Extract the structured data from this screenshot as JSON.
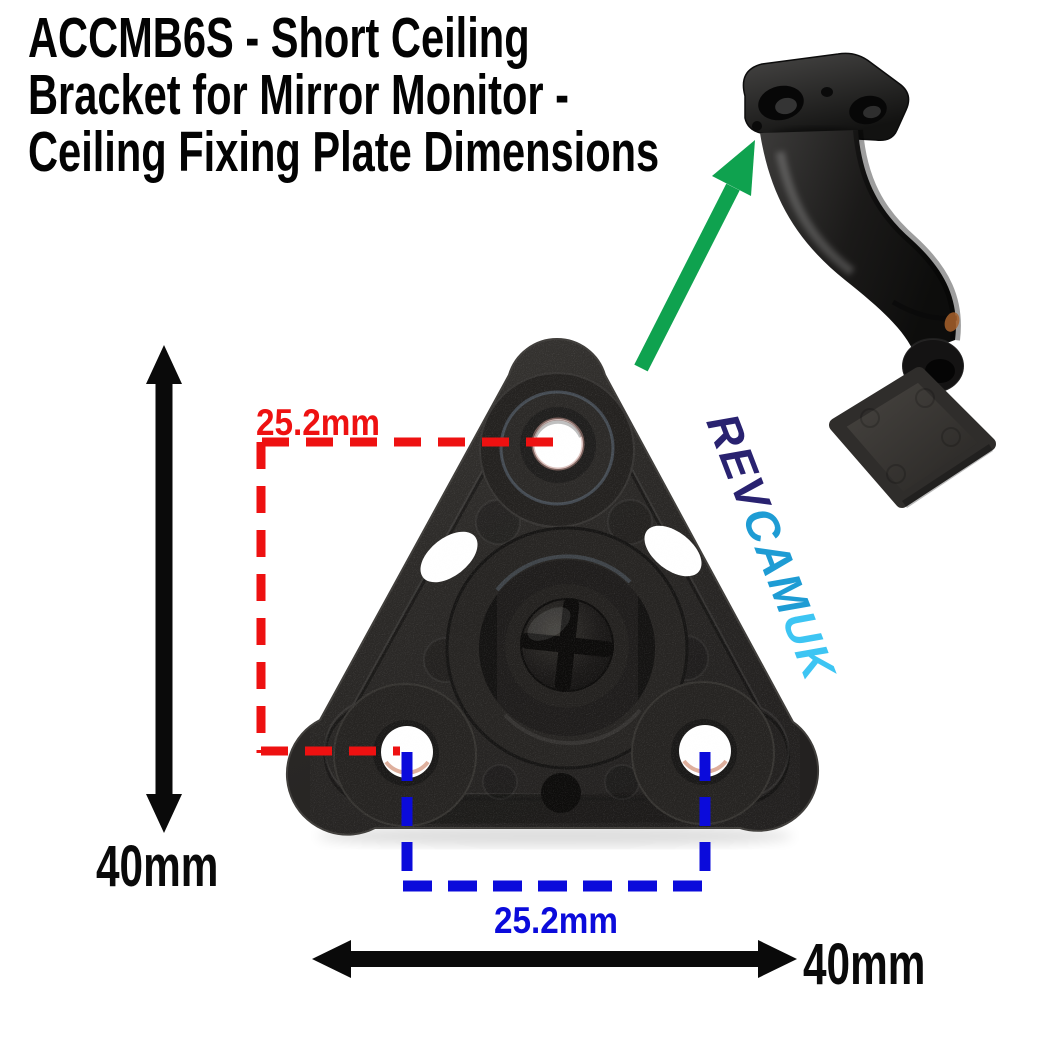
{
  "title": {
    "line1": "ACCMB6S - Short Ceiling",
    "line2": "Bracket for Mirror Monitor -",
    "line3": "Ceiling Fixing Plate Dimensions"
  },
  "dimensions": {
    "hole_spacing_vertical": {
      "value": "25.2mm",
      "axis": "vertical",
      "color": "#ee1111"
    },
    "hole_spacing_horizontal": {
      "value": "25.2mm",
      "axis": "horizontal",
      "color": "#0b0bdb"
    },
    "plate_height_overall": {
      "value": "40mm",
      "axis": "vertical",
      "color": "#0a0a0a"
    },
    "plate_width_overall": {
      "value": "40mm",
      "axis": "horizontal",
      "color": "#0a0a0a"
    }
  },
  "watermark": {
    "segments": [
      {
        "text": "REV",
        "color": "#292270"
      },
      {
        "text": "CAM",
        "color": "#1e9cd4"
      },
      {
        "text": "UK",
        "color": "#3dc5f3"
      }
    ]
  },
  "colors": {
    "background": "#ffffff",
    "title_text": "#030303",
    "dimension_red": "#ee1111",
    "dimension_blue": "#0b0bdb",
    "arrow_black": "#0a0a0a",
    "callout_green": "#0fa24f"
  }
}
